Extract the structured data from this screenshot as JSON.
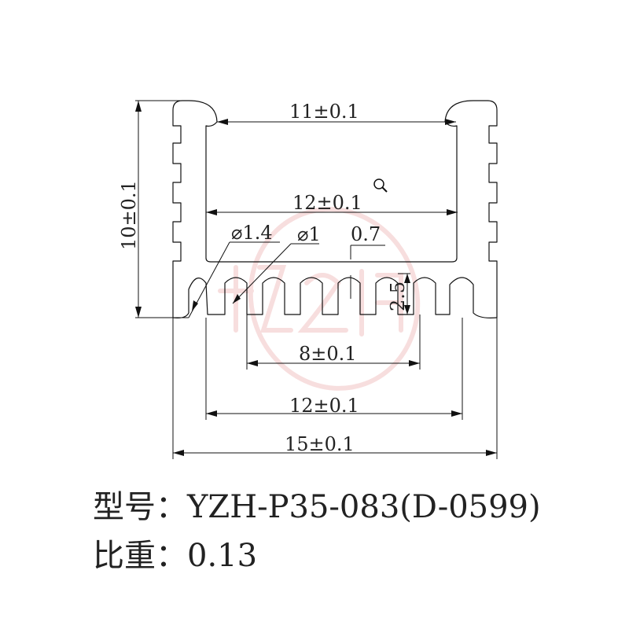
{
  "dimensions": {
    "outer_width": "15±0.1",
    "upper_width": "12±0.1",
    "inner_width": "11±0.1",
    "lower_width": "12±0.1",
    "slot_span": "8±0.1",
    "height": "10±0.1",
    "fin_depth": "2.5",
    "fin_thickness": "0.7",
    "dia_large": "⌀1.4",
    "dia_small": "⌀1"
  },
  "caption": {
    "model": "型号：YZH-P35-083(D-0599)",
    "specific_gravity": "比重：0.13"
  },
  "colors": {
    "line": "#111111",
    "watermark": "#f2c4c4"
  },
  "icons": {
    "zoom": "magnifier-icon"
  }
}
